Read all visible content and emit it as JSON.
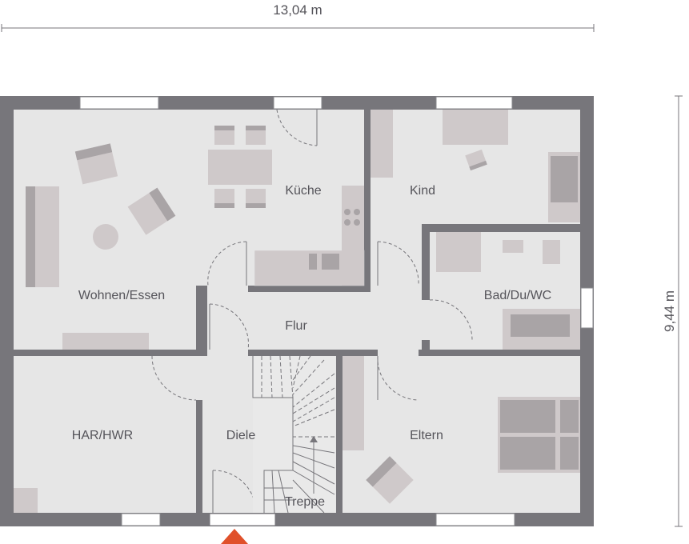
{
  "dimensions": {
    "width_label": "13,04 m",
    "height_label": "9,44 m"
  },
  "rooms": {
    "wohnen_essen": "Wohnen/Essen",
    "kueche": "Küche",
    "kind": "Kind",
    "flur": "Flur",
    "bad": "Bad/Du/WC",
    "har_hwr": "HAR/HWR",
    "diele": "Diele",
    "treppe": "Treppe",
    "eltern": "Eltern"
  },
  "colors": {
    "wall": "#77767b",
    "floor": "#e6e6e6",
    "furniture": "#cfc9ca",
    "entrance_marker": "#e0502a"
  },
  "icons": {
    "entrance": "entrance-arrow-icon",
    "stair_direction": "stair-arrow-icon"
  }
}
